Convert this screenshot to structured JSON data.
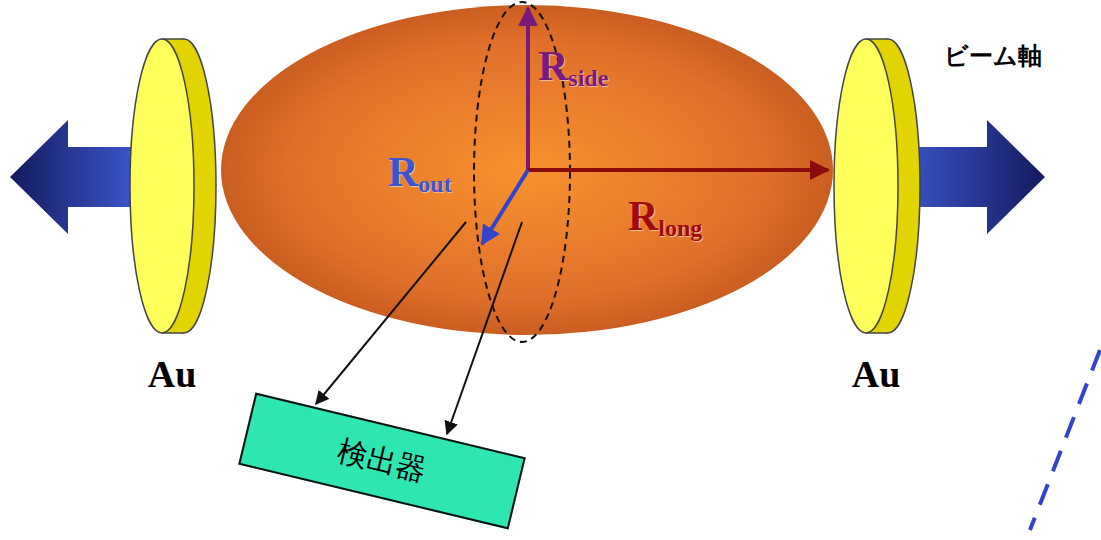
{
  "diagram": {
    "nodes": [
      {
        "text": [
          "Au"
        ]
      },
      {
        "text": [
          "Au"
        ]
      },
      {
        "text": [
          "検出器"
        ]
      }
    ],
    "labels": [
      "Rside",
      "Rout",
      "Rlong",
      "ビーム軸"
    ]
  }
}
